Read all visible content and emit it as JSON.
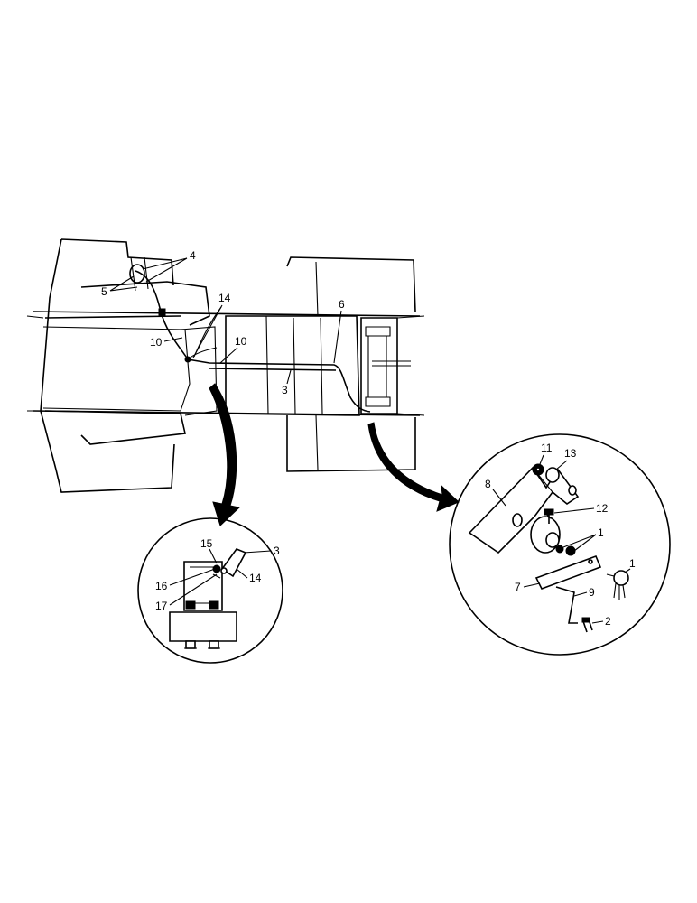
{
  "callouts": {
    "main": {
      "n4": "4",
      "n5": "5",
      "n14": "14",
      "n6": "6",
      "n10a": "10",
      "n10b": "10",
      "n3": "3"
    },
    "detail_left": {
      "n15": "15",
      "n3": "3",
      "n14": "14",
      "n16": "16",
      "n17": "17"
    },
    "detail_right": {
      "n11": "11",
      "n13": "13",
      "n8": "8",
      "n12": "12",
      "n1a": "1",
      "n1b": "1",
      "n7": "7",
      "n9": "9",
      "n2": "2"
    }
  }
}
